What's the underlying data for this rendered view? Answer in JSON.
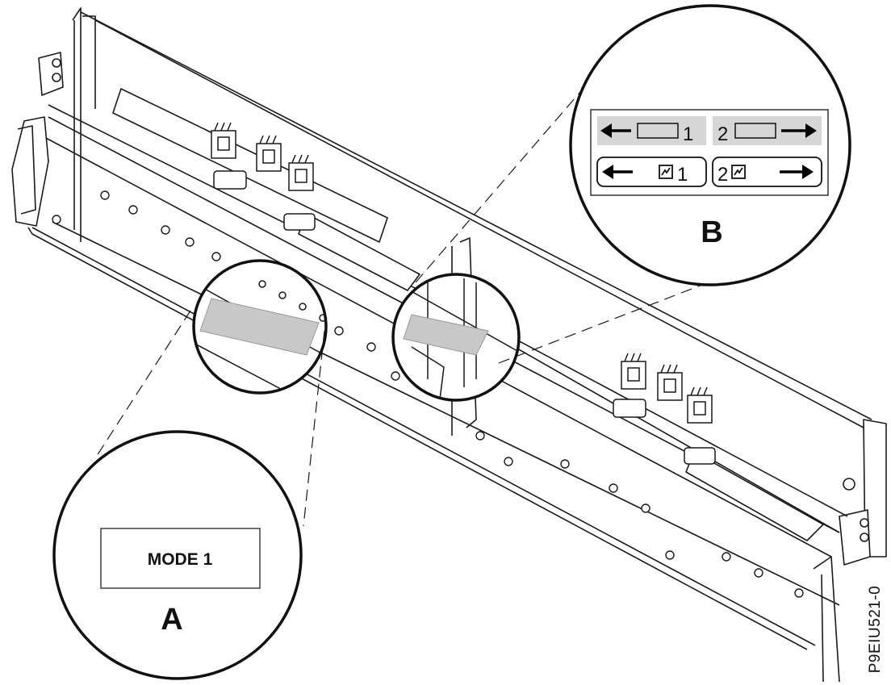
{
  "callout_a": {
    "label_text": "MODE 1",
    "letter": "A"
  },
  "callout_b": {
    "letter": "B",
    "top_left_number": "1",
    "top_right_number": "2",
    "bottom_left_number": "1",
    "bottom_right_number": "2"
  },
  "figure_id": "P9EIU521-0",
  "colors": {
    "line": "#1a1a1a",
    "label_gray": "#c8c8c8",
    "panel_gray": "#d6d6d6"
  },
  "icons": [
    "arrow-left-icon",
    "arrow-right-icon",
    "port-box-icon",
    "network-port-icon"
  ]
}
